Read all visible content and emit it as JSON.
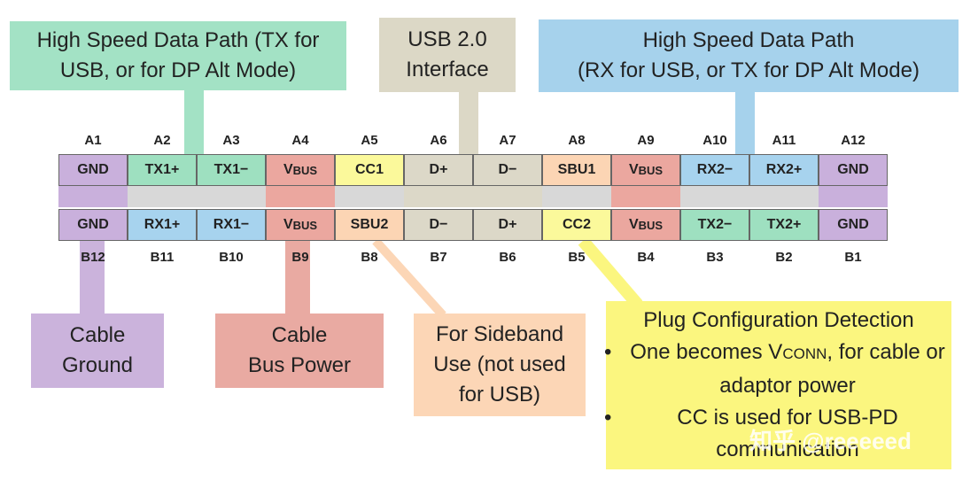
{
  "boxes": {
    "tx": "High Speed Data Path (TX for USB, or for DP Alt Mode)",
    "usb2_line1": "USB 2.0",
    "usb2_line2": "Interface",
    "rx_line1": "High Speed Data Path",
    "rx_line2": "(RX for USB, or TX for DP Alt Mode)",
    "ground_line1": "Cable",
    "ground_line2": "Ground",
    "power_line1": "Cable",
    "power_line2": "Bus Power",
    "sideband_line1": "For Sideband",
    "sideband_line2": "Use (not used",
    "sideband_line3": "for USB)",
    "pcd_title": "Plug Configuration Detection",
    "pcd_bullet1_a": "One becomes V",
    "pcd_bullet1_sub": "CONN",
    "pcd_bullet1_b": ", for cable or adaptor power",
    "pcd_bullet2": "CC is used for USB-PD communication"
  },
  "top_labels": [
    "A1",
    "A2",
    "A3",
    "A4",
    "A5",
    "A6",
    "A7",
    "A8",
    "A9",
    "A10",
    "A11",
    "A12"
  ],
  "bottom_labels": [
    "B12",
    "B11",
    "B10",
    "B9",
    "B8",
    "B7",
    "B6",
    "B5",
    "B4",
    "B3",
    "B2",
    "B1"
  ],
  "top_pins": [
    {
      "main": "GND",
      "sub": ""
    },
    {
      "main": "TX1+",
      "sub": ""
    },
    {
      "main": "TX1−",
      "sub": ""
    },
    {
      "main": "V",
      "sub": "BUS"
    },
    {
      "main": "CC1",
      "sub": ""
    },
    {
      "main": "D+",
      "sub": ""
    },
    {
      "main": "D−",
      "sub": ""
    },
    {
      "main": "SBU1",
      "sub": ""
    },
    {
      "main": "V",
      "sub": "BUS"
    },
    {
      "main": "RX2−",
      "sub": ""
    },
    {
      "main": "RX2+",
      "sub": ""
    },
    {
      "main": "GND",
      "sub": ""
    }
  ],
  "bottom_pins": [
    {
      "main": "GND",
      "sub": ""
    },
    {
      "main": "RX1+",
      "sub": ""
    },
    {
      "main": "RX1−",
      "sub": ""
    },
    {
      "main": "V",
      "sub": "BUS"
    },
    {
      "main": "SBU2",
      "sub": ""
    },
    {
      "main": "D−",
      "sub": ""
    },
    {
      "main": "D+",
      "sub": ""
    },
    {
      "main": "CC2",
      "sub": ""
    },
    {
      "main": "V",
      "sub": "BUS"
    },
    {
      "main": "TX2−",
      "sub": ""
    },
    {
      "main": "TX2+",
      "sub": ""
    },
    {
      "main": "GND",
      "sub": ""
    }
  ],
  "colors": {
    "gnd": "#c9b0dc",
    "tx": "#9ee0c0",
    "rx": "#a7d3ee",
    "vbus": "#eba79f",
    "cc": "#fbf99b",
    "usb2": "#dcd8c8",
    "sbu": "#fcd5b4",
    "bar_gray": "#d8d8d8",
    "box_tx": "#a3e2c5",
    "box_usb2": "#dcd8c6",
    "box_rx": "#a6d2ec",
    "box_gnd": "#cbb3dc",
    "box_pwr": "#e9aaa2",
    "box_sbu": "#fcd6b6",
    "box_cc": "#fbf67f"
  },
  "watermark": "知乎 @reeeeed"
}
